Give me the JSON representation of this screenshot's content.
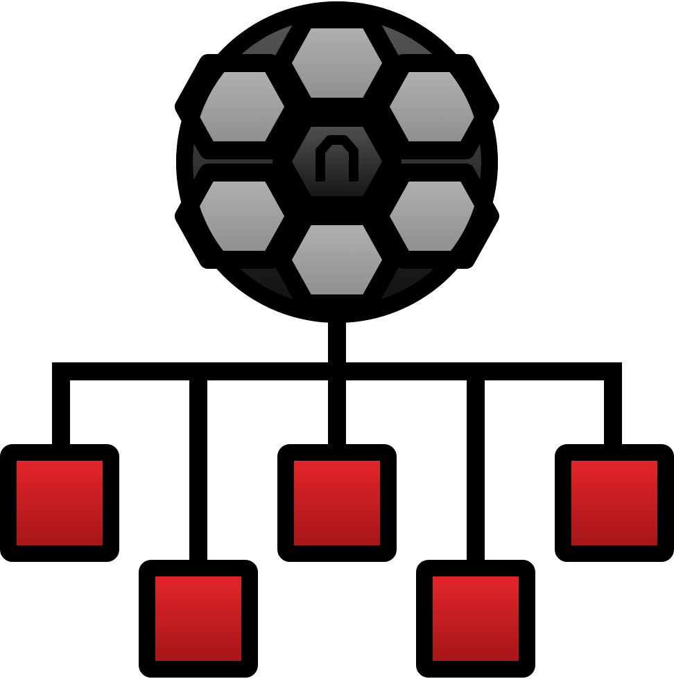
{
  "icon": {
    "name": "soccer-team-formation-icon",
    "description_visible_text": ""
  },
  "colors": {
    "outline": "#000000",
    "ball_panel_light": "#b3b3b3",
    "ball_panel_dark": "#1a1a1a",
    "player_box_top": "#e8262b",
    "player_box_bottom": "#a01418",
    "background": "#ffffff"
  },
  "nodes": [
    {
      "id": "player-1",
      "row": "upper"
    },
    {
      "id": "player-2",
      "row": "lower"
    },
    {
      "id": "player-3",
      "row": "upper"
    },
    {
      "id": "player-4",
      "row": "lower"
    },
    {
      "id": "player-5",
      "row": "upper"
    }
  ]
}
